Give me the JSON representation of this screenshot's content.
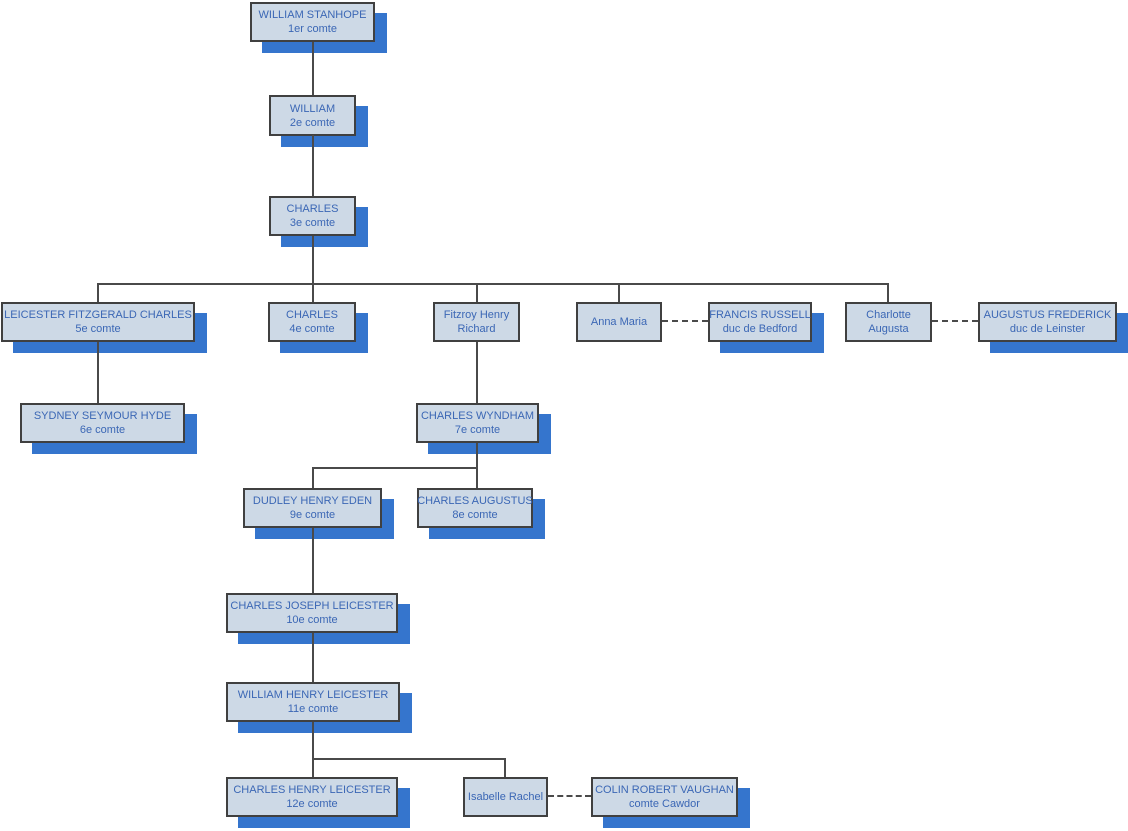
{
  "diagram": {
    "type": "family-tree-orgchart",
    "colors": {
      "background": "#ffffff",
      "node-fill": "#cdd9e6",
      "node-border": "#404040",
      "node-text": "#3b67b5",
      "node-shadow": "#3575cd",
      "connector": "#4a4a4a"
    },
    "nodes": {
      "stanhope1": {
        "line1": "WILLIAM STANHOPE",
        "line2": "1er comte"
      },
      "william2": {
        "line1": "WILLIAM",
        "line2": "2e comte"
      },
      "charles3": {
        "line1": "CHARLES",
        "line2": "3e comte"
      },
      "leicester5": {
        "line1": "LEICESTER FITZGERALD CHARLES",
        "line2": "5e comte"
      },
      "charles4": {
        "line1": "CHARLES",
        "line2": "4e comte"
      },
      "fitzroy": {
        "line1": "Fitzroy Henry",
        "line2": "Richard"
      },
      "annamaria": {
        "line1": "Anna Maria",
        "line2": ""
      },
      "francis": {
        "line1": "FRANCIS RUSSELL",
        "line2": "duc de Bedford"
      },
      "charlotte": {
        "line1": "Charlotte",
        "line2": "Augusta"
      },
      "augustus": {
        "line1": "AUGUSTUS FREDERICK",
        "line2": "duc de Leinster"
      },
      "sydney6": {
        "line1": "SYDNEY SEYMOUR HYDE",
        "line2": "6e comte"
      },
      "wyndham7": {
        "line1": "CHARLES WYNDHAM",
        "line2": "7e comte"
      },
      "dudley9": {
        "line1": "DUDLEY HENRY EDEN",
        "line2": "9e comte"
      },
      "charles8": {
        "line1": "CHARLES AUGUSTUS",
        "line2": "8e comte"
      },
      "joseph10": {
        "line1": "CHARLES JOSEPH LEICESTER",
        "line2": "10e comte"
      },
      "william11": {
        "line1": "WILLIAM HENRY LEICESTER",
        "line2": "11e comte"
      },
      "charles12": {
        "line1": "CHARLES HENRY LEICESTER",
        "line2": "12e comte"
      },
      "isabelle": {
        "line1": "Isabelle Rachel",
        "line2": ""
      },
      "colin": {
        "line1": "COLIN ROBERT VAUGHAN",
        "line2": "comte Cawdor"
      }
    },
    "edges": [
      {
        "from": "stanhope1",
        "to": "william2",
        "type": "descent"
      },
      {
        "from": "william2",
        "to": "charles3",
        "type": "descent"
      },
      {
        "from": "charles3",
        "to": "leicester5",
        "type": "descent"
      },
      {
        "from": "charles3",
        "to": "charles4",
        "type": "descent"
      },
      {
        "from": "charles3",
        "to": "fitzroy",
        "type": "descent"
      },
      {
        "from": "charles3",
        "to": "annamaria",
        "type": "descent"
      },
      {
        "from": "charles3",
        "to": "charlotte",
        "type": "descent"
      },
      {
        "from": "annamaria",
        "to": "francis",
        "type": "marriage-dashed"
      },
      {
        "from": "charlotte",
        "to": "augustus",
        "type": "marriage-dashed"
      },
      {
        "from": "leicester5",
        "to": "sydney6",
        "type": "descent"
      },
      {
        "from": "fitzroy",
        "to": "wyndham7",
        "type": "descent"
      },
      {
        "from": "wyndham7",
        "to": "dudley9",
        "type": "descent"
      },
      {
        "from": "wyndham7",
        "to": "charles8",
        "type": "descent"
      },
      {
        "from": "dudley9",
        "to": "joseph10",
        "type": "descent"
      },
      {
        "from": "joseph10",
        "to": "william11",
        "type": "descent"
      },
      {
        "from": "william11",
        "to": "charles12",
        "type": "descent"
      },
      {
        "from": "william11",
        "to": "isabelle",
        "type": "descent"
      },
      {
        "from": "isabelle",
        "to": "colin",
        "type": "marriage-dashed"
      }
    ]
  }
}
